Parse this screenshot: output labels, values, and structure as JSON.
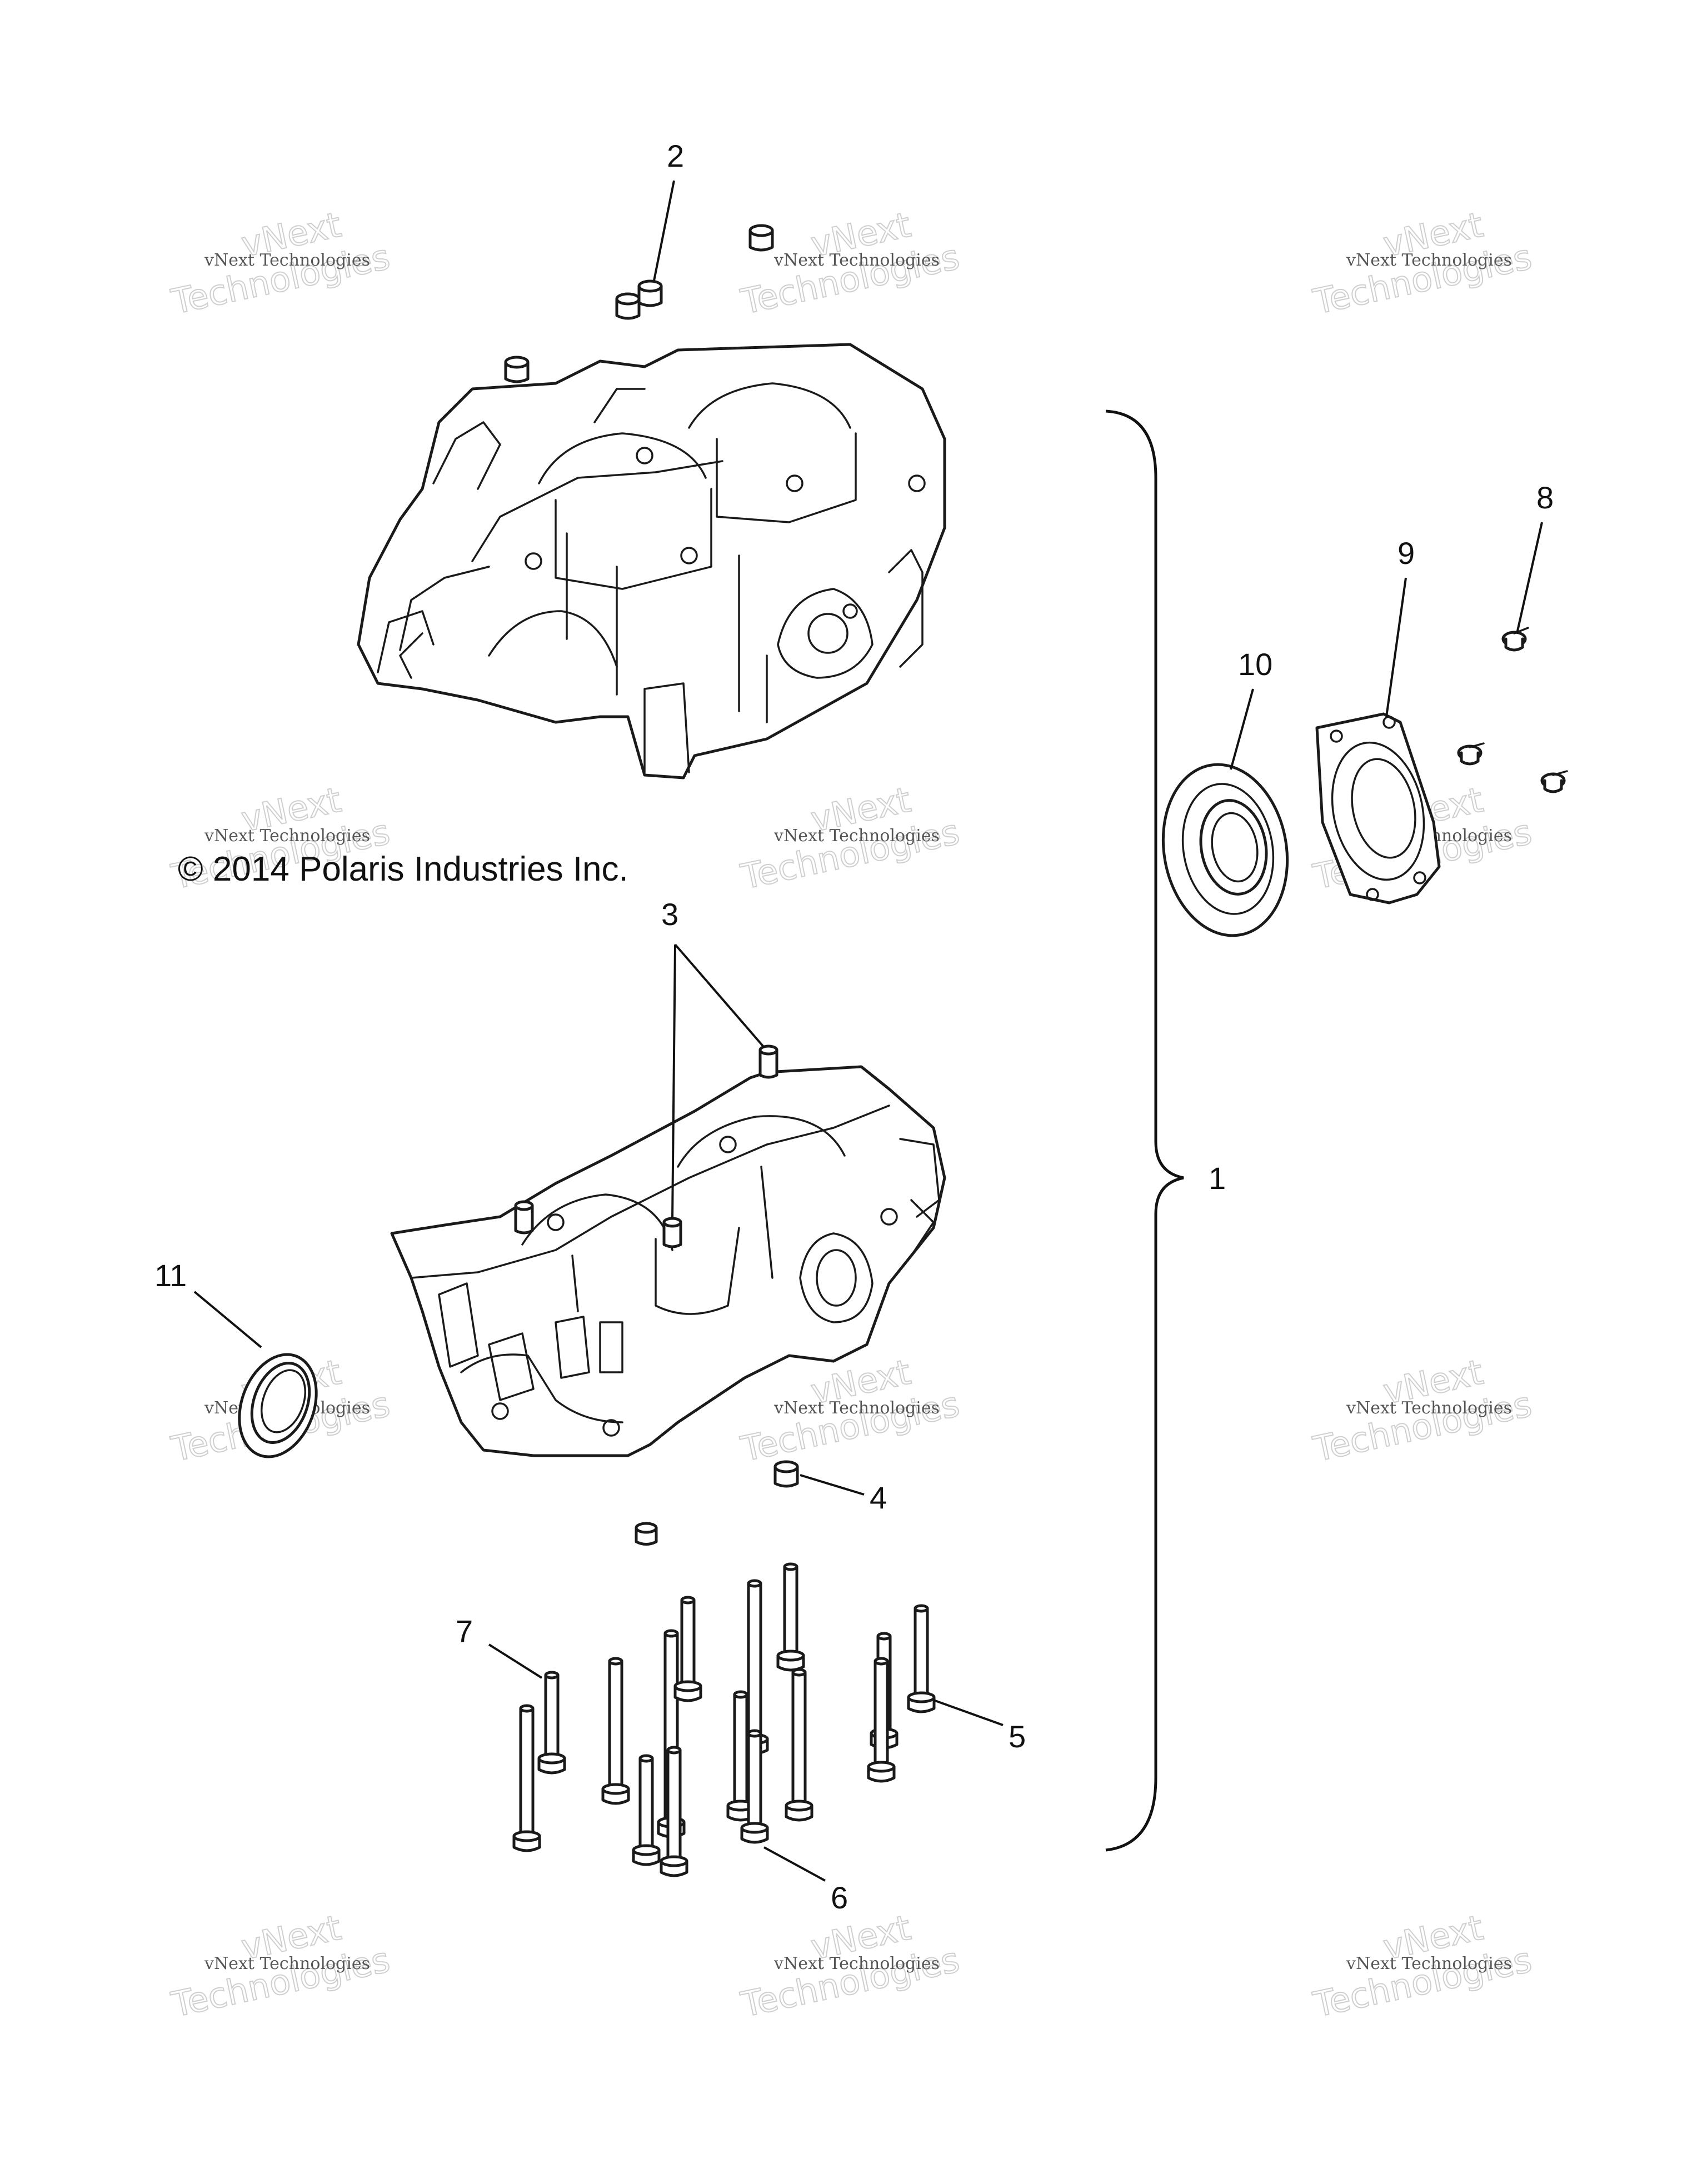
{
  "copyright": "© 2014 Polaris Industries Inc.",
  "watermark": {
    "top": "vNext",
    "small": "vNext Technologies",
    "big": "Technologies"
  },
  "callouts": {
    "c1": "1",
    "c2": "2",
    "c3": "3",
    "c4": "4",
    "c5": "5",
    "c6": "6",
    "c7": "7",
    "c8": "8",
    "c9": "9",
    "c10": "10",
    "c11": "11"
  },
  "colors": {
    "line": "#1a1a1a",
    "watermark": "#cfcfcf",
    "background": "#ffffff"
  }
}
